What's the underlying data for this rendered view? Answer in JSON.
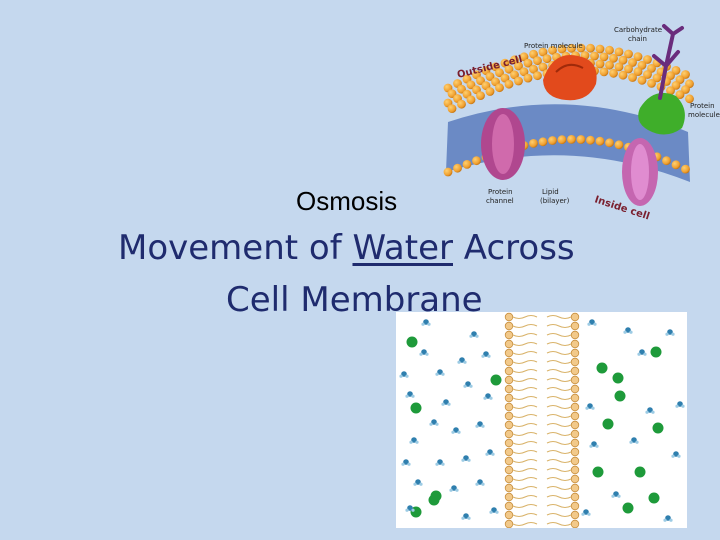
{
  "title": "Osmosis",
  "subtitle": {
    "line1_before": "Movement of ",
    "line1_underlined": "Water",
    "line1_after": " Across",
    "line2": "Cell Membrane"
  },
  "membrane_figure": {
    "labels": {
      "outside": "Outside cell",
      "inside": "Inside cell",
      "protein_molecule": "Protein molecule",
      "carbohydrate_chain_line1": "Carbohydrate",
      "carbohydrate_chain_line2": "chain",
      "protein_molecule_right_line1": "Protein",
      "protein_molecule_right_line2": "molecule",
      "protein_channel_line1": "Protein",
      "protein_channel_line2": "channel",
      "lipid_bilayer_line1": "Lipid",
      "lipid_bilayer_line2": "(bilayer)"
    }
  },
  "colors": {
    "background": "#c5d8ee",
    "title": "#000000",
    "subtitle": "#1f2b6e",
    "lipid_head": "#f0a030",
    "solute": "#1e9a3a",
    "water": "#2f7fae"
  }
}
